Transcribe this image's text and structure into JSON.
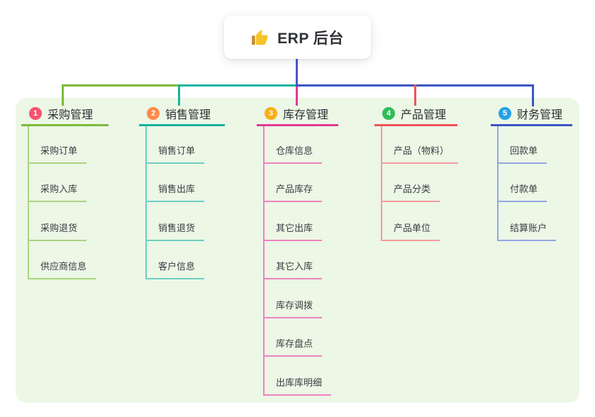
{
  "root": {
    "label": "ERP 后台",
    "icon": "thumbs-up-icon"
  },
  "colors": {
    "panel_background": "#ecf7e6",
    "root_line": "#4757ce",
    "card_background": "#ffffff",
    "label_text": "#2d2f33",
    "child_text": "#3a3d42"
  },
  "branches": [
    {
      "index": "1",
      "label": "采购管理",
      "badge_color": "#f4536e",
      "line_color": "#7cba3d",
      "child_line_color": "#a9d57e",
      "children": [
        "采购订单",
        "采购入库",
        "采购退货",
        "供应商信息"
      ]
    },
    {
      "index": "2",
      "label": "销售管理",
      "badge_color": "#ff8a48",
      "line_color": "#16b3a0",
      "child_line_color": "#6fcec2",
      "children": [
        "销售订单",
        "销售出库",
        "销售退货",
        "客户信息"
      ]
    },
    {
      "index": "3",
      "label": "库存管理",
      "badge_color": "#f9ae15",
      "line_color": "#e03a95",
      "child_line_color": "#ee82c0",
      "children": [
        "仓库信息",
        "产品库存",
        "其它出库",
        "其它入库",
        "库存调拨",
        "库存盘点",
        "出库库明细"
      ]
    },
    {
      "index": "4",
      "label": "产品管理",
      "badge_color": "#2fbd59",
      "line_color": "#f25358",
      "child_line_color": "#f59a9d",
      "children": [
        "产品（物料）",
        "产品分类",
        "产品单位"
      ]
    },
    {
      "index": "5",
      "label": "财务管理",
      "badge_color": "#28a0e5",
      "line_color": "#3a55c5",
      "child_line_color": "#93a7e2",
      "children": [
        "回款单",
        "付款单",
        "结算账户"
      ]
    }
  ]
}
